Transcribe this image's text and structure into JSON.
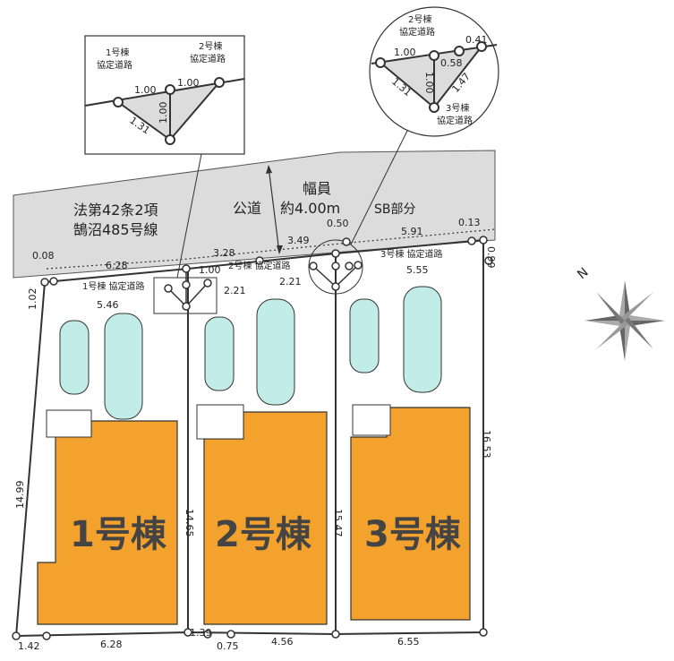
{
  "road": {
    "type_line1": "法第42条2項",
    "type_line2": "鵠沼485号線",
    "public_road": "公道",
    "width_title": "幅員",
    "width_value": "約4.00m",
    "sb_label": "SB部分"
  },
  "buildings": [
    {
      "name": "1号棟"
    },
    {
      "name": "2号棟"
    },
    {
      "name": "3号棟"
    }
  ],
  "shared_road_labels": {
    "lot1": "1号棟 協定道路",
    "lot2": "2号棟 協定道路",
    "lot3": "3号棟 協定道路"
  },
  "inset_left": {
    "label1_line1": "1号棟",
    "label1_line2": "協定道路",
    "label2_line1": "2号棟",
    "label2_line2": "協定道路",
    "dims": [
      "1.00",
      "1.00",
      "1.00",
      "1.31"
    ]
  },
  "inset_right": {
    "label2_line1": "2号棟",
    "label2_line2": "協定道路",
    "label3_line1": "3号棟",
    "label3_line2": "協定道路",
    "dims": [
      "1.00",
      "0.41",
      "0.58",
      "1.00",
      "1.47",
      "1.31"
    ]
  },
  "dimensions": {
    "d008": "0.08",
    "d628_top": "6.28",
    "d328": "3.28",
    "d349": "3.49",
    "d050": "0.50",
    "d591": "5.91",
    "d013": "0.13",
    "d099": "0.99",
    "d100": "1.00",
    "d221a": "2.21",
    "d221b": "2.21",
    "d555": "5.55",
    "d102": "1.02",
    "d546": "5.46",
    "d1499": "14.99",
    "d1465": "14.65",
    "d1547": "15.47",
    "d1653": "16.53",
    "d142": "1.42",
    "d628_bottom": "6.28",
    "d139": "1.39",
    "d075": "0.75",
    "d456": "4.56",
    "d655": "6.55"
  },
  "compass": {
    "north_letter": "N"
  },
  "colors": {
    "building": "#f4a22e",
    "road": "#dcdcdc",
    "car": "#c2ece8",
    "line": "#333333"
  }
}
